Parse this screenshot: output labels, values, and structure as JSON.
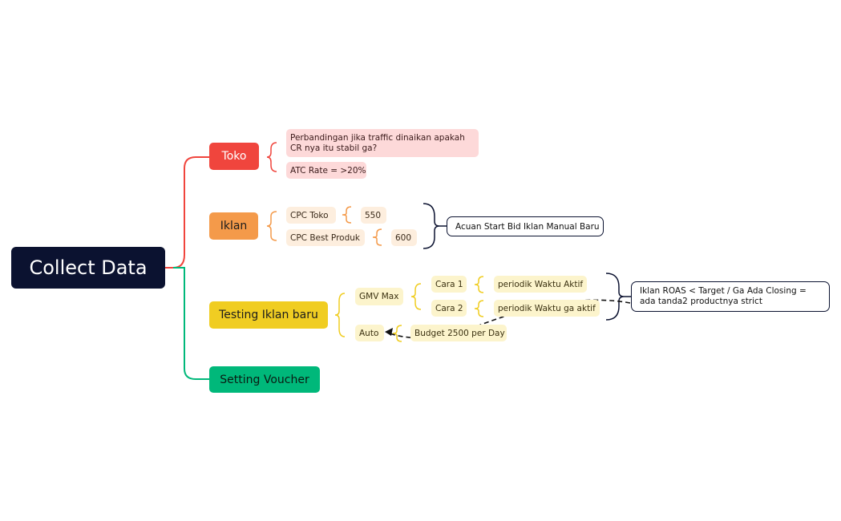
{
  "root": {
    "label": "Collect Data"
  },
  "branches": {
    "toko": {
      "label": "Toko",
      "items": [
        "Perbandingan jika traffic dinaikan apakah CR nya itu stabil ga?",
        "ATC Rate = >20%"
      ]
    },
    "iklan": {
      "label": "Iklan",
      "items": [
        {
          "label": "CPC Toko",
          "value": "550"
        },
        {
          "label": "CPC Best Produk",
          "value": "600"
        }
      ],
      "summary": "Acuan Start Bid Iklan Manual Baru"
    },
    "testing": {
      "label": "Testing Iklan baru",
      "gmv": {
        "label": "GMV Max",
        "options": [
          {
            "label": "Cara 1",
            "detail": "periodik Waktu Aktif"
          },
          {
            "label": "Cara 2",
            "detail": "periodik Waktu ga aktif"
          }
        ],
        "summary": "Iklan ROAS < Target / Ga Ada Closing = ada tanda2 productnya strict"
      },
      "auto": {
        "label": "Auto",
        "detail": "Budget 2500 per Day"
      }
    },
    "voucher": {
      "label": "Setting Voucher"
    }
  },
  "colors": {
    "root": "#0b1230",
    "toko": "#f0453d",
    "iklan": "#f49a4a",
    "testing": "#f0cd22",
    "voucher": "#00b87a"
  }
}
